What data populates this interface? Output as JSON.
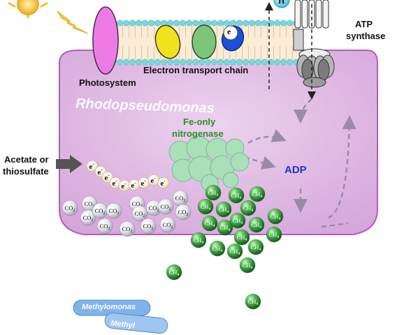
{
  "labels": {
    "photosystem": "Photosystem",
    "etc": "Electron transport chain",
    "atp_synthase_line1": "ATP",
    "atp_synthase_line2": "synthase",
    "organism": "Rhodopseudomonas",
    "nitrogenase_line1": "Fe-only",
    "nitrogenase_line2": "nitrogenase",
    "substrate_line1": "Acetate or",
    "substrate_line2": "thiosulfate",
    "adp": "ADP",
    "proton": "H",
    "electron": "e",
    "electron_charge": "-",
    "co2": "CO2",
    "ch4": "CH4",
    "methanotroph_1": "Methylomonas",
    "methanotroph_2": "Methyl"
  },
  "colors": {
    "cell_fill": "#dcb3df",
    "cell_stroke": "#b35cbf",
    "membrane_stripe": "#f7dfc0",
    "membrane_head": "#7ad6e0",
    "photosystem": "#ee7ae8",
    "etc_yellow": "#f2e21e",
    "etc_green": "#7cc67a",
    "etc_blue": "#1d4fd6",
    "nitrogenase": "#a9dfb9",
    "nitrogenase_text": "#2e8b2e",
    "ch4_sphere": "#35a23a",
    "co2_sphere": "#e4e4ea",
    "adp_text": "#2233cc",
    "methylomonas": "#7fb3ea",
    "sun": "#f6c026",
    "arrow_gray": "#555555"
  },
  "icons": [
    "sun-icon",
    "lightning-icon",
    "proton-icon",
    "atp-synthase-icon",
    "arrow-icon"
  ]
}
